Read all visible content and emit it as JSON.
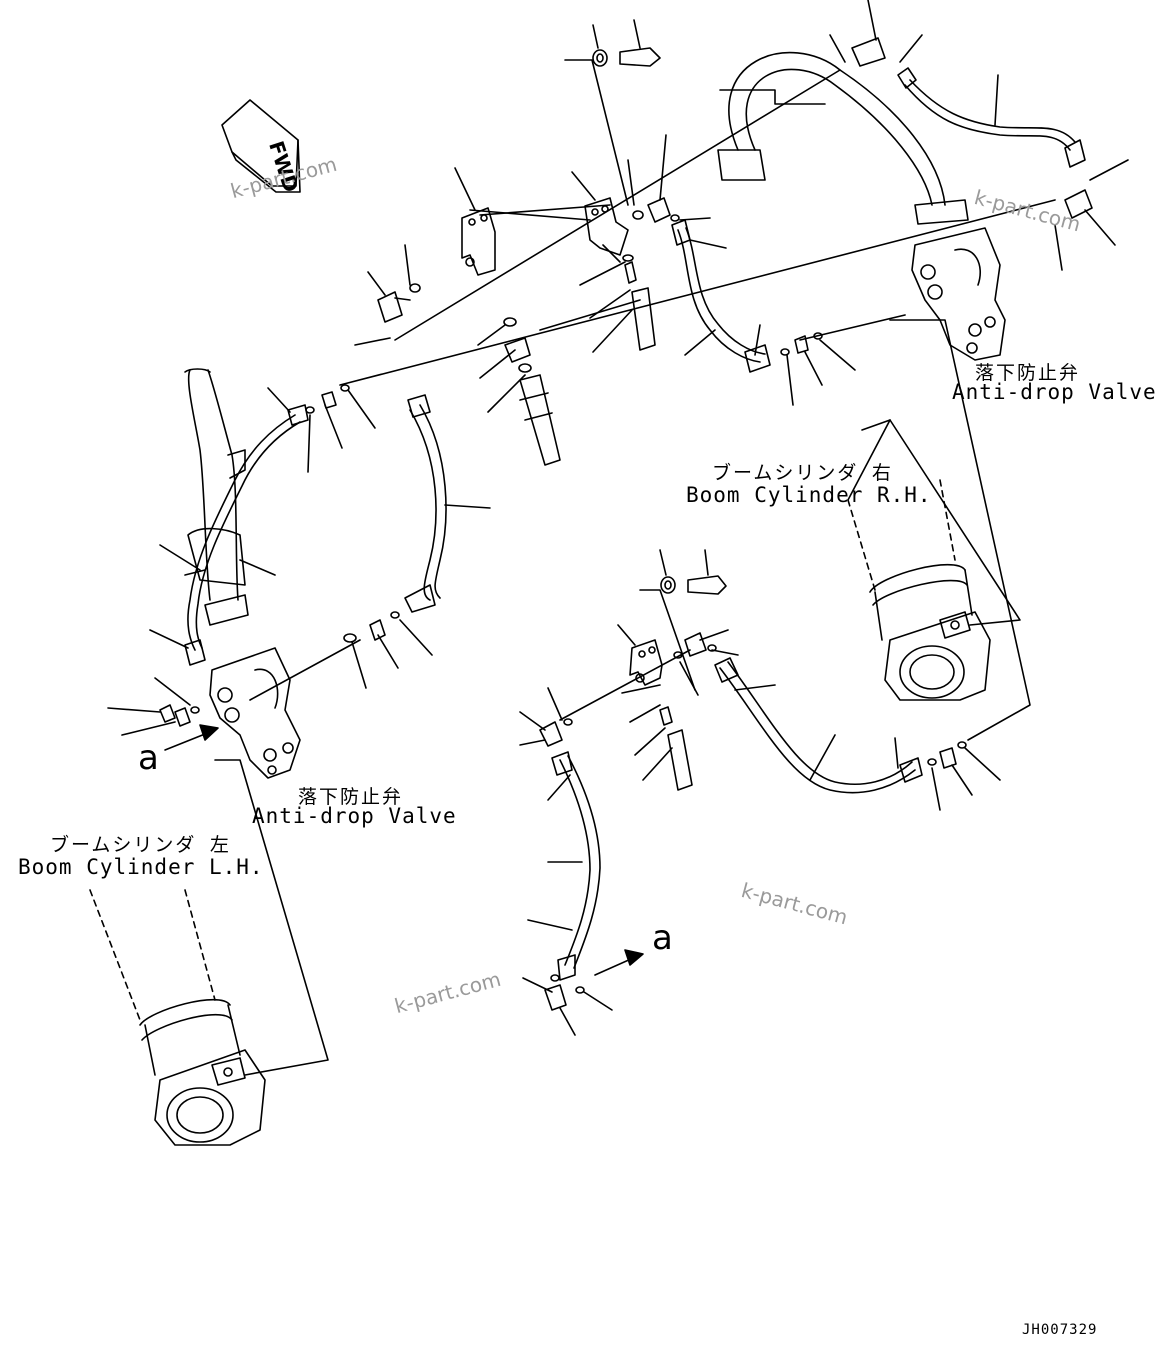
{
  "direction_marker": {
    "text": "FWD"
  },
  "components": {
    "boom_cylinder_rh": {
      "jp": "ブームシリンダ 右",
      "en": "Boom Cylinder R.H."
    },
    "boom_cylinder_lh": {
      "jp": "ブームシリンダ 左",
      "en": "Boom Cylinder L.H."
    },
    "anti_drop_valve_rh": {
      "jp": "落下防止弁",
      "en": "Anti-drop Valve"
    },
    "anti_drop_valve_lh": {
      "jp": "落下防止弁",
      "en": "Anti-drop Valve"
    }
  },
  "view_markers": [
    {
      "text": "a"
    },
    {
      "text": "a"
    }
  ],
  "watermarks": [
    "k-part.com",
    "k-part.com",
    "k-part.com",
    "k-part.com"
  ],
  "drawing_id": "JH007329"
}
